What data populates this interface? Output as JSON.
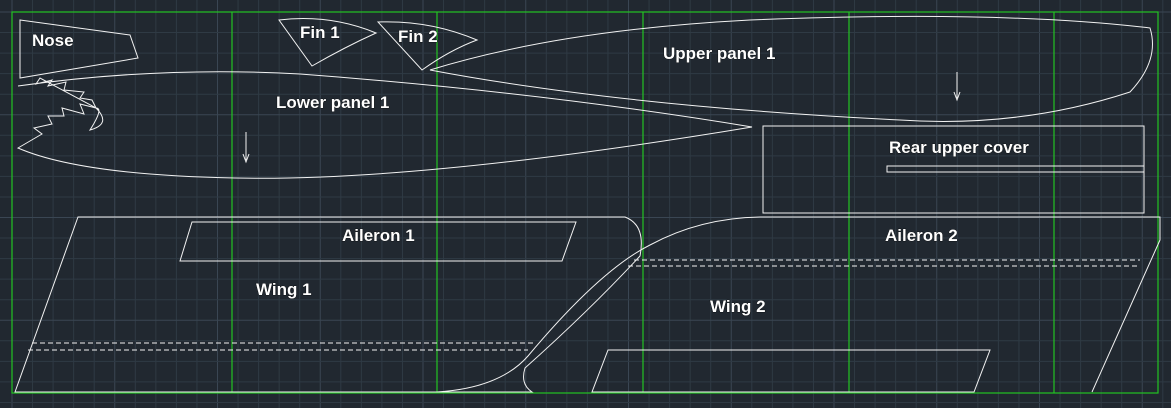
{
  "colors": {
    "background": "#212830",
    "grid": "#2f3a44",
    "sheet_border": "#22c322",
    "part_outline": "#f2f2f2",
    "label_text": "#ffffff"
  },
  "parts": {
    "nose": "Nose",
    "fin1": "Fin 1",
    "fin2": "Fin 2",
    "upper_panel": "Upper panel 1",
    "lower_panel": "Lower panel 1",
    "rear_upper_cover": "Rear upper cover",
    "aileron1": "Aileron 1",
    "aileron2": "Aileron 2",
    "wing1": "Wing 1",
    "wing2": "Wing 2"
  }
}
